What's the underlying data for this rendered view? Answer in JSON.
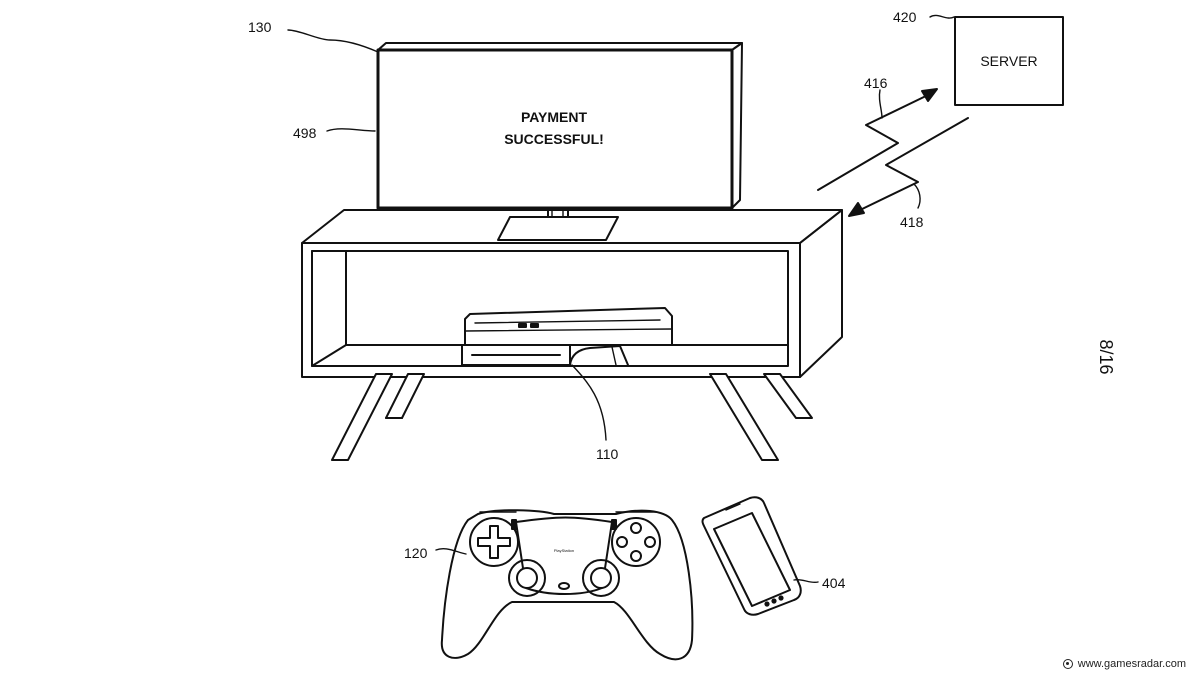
{
  "figure": {
    "screen_message": {
      "line1": "PAYMENT",
      "line2": "SUCCESSFUL!"
    },
    "server_label": "SERVER",
    "sheet_number": "8/16",
    "controller_brand_text": "PlayStation"
  },
  "reference_numerals": {
    "display": "130",
    "screen_content": "498",
    "console": "110",
    "controller": "120",
    "phone": "404",
    "server": "420",
    "uplink": "416",
    "downlink": "418"
  },
  "watermark": {
    "text": "www.gamesradar.com",
    "icon": "gamesradar-logo-icon"
  }
}
